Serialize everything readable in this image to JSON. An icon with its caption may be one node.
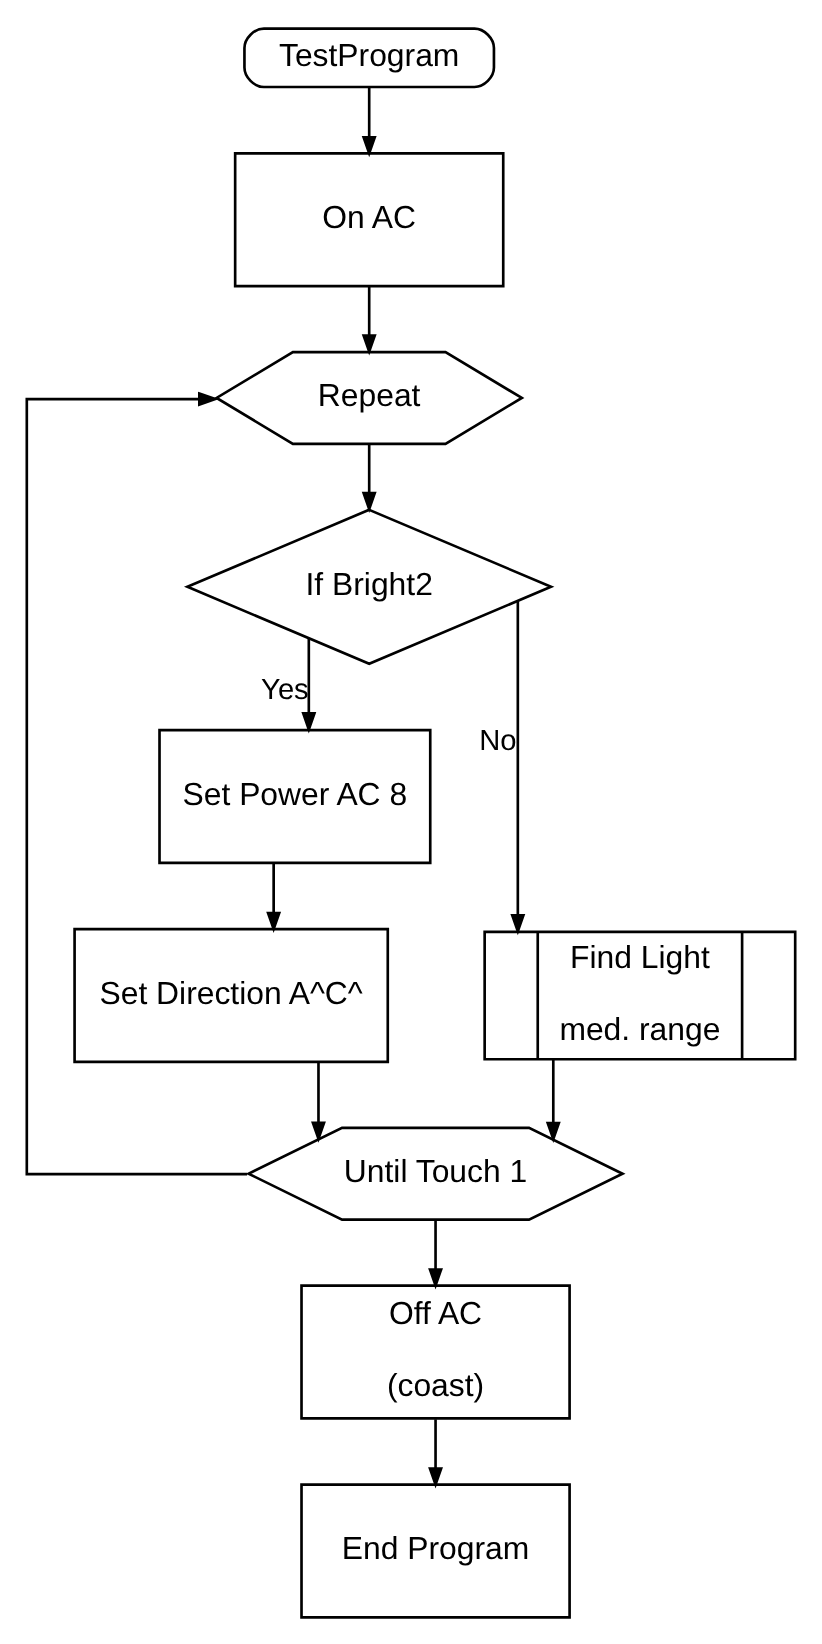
{
  "diagram": {
    "nodes": [
      {
        "text": [
          "TestProgram"
        ]
      },
      {
        "text": [
          "On AC"
        ]
      },
      {
        "text": [
          "Repeat"
        ]
      },
      {
        "text": [
          "If Bright2"
        ]
      },
      {
        "text": [
          "Set Power AC 8"
        ]
      },
      {
        "text": [
          "Find Light",
          "med. range"
        ]
      },
      {
        "text": [
          "Set Direction A^C^"
        ]
      },
      {
        "text": [
          "Until Touch 1"
        ]
      },
      {
        "text": [
          "Off AC",
          "(coast)"
        ]
      },
      {
        "text": [
          "End Program"
        ]
      }
    ],
    "edges": [
      {
        "from": 0,
        "to": 1,
        "arrow": "to"
      },
      {
        "from": 1,
        "to": 2,
        "arrow": "to"
      },
      {
        "from": 2,
        "to": 3,
        "arrow": "to"
      },
      {
        "from": 3,
        "to": 4,
        "arrow": "to",
        "label": "Yes"
      },
      {
        "from": 3,
        "to": 5,
        "arrow": "to",
        "label": "No"
      },
      {
        "from": 4,
        "to": 6,
        "arrow": "to"
      },
      {
        "from": 6,
        "to": 7,
        "arrow": "to"
      },
      {
        "from": 5,
        "to": 7,
        "arrow": "to"
      },
      {
        "from": 7,
        "to": 2,
        "arrow": "to"
      },
      {
        "from": 7,
        "to": 8,
        "arrow": "to"
      },
      {
        "from": 8,
        "to": 9,
        "arrow": "to"
      }
    ]
  }
}
